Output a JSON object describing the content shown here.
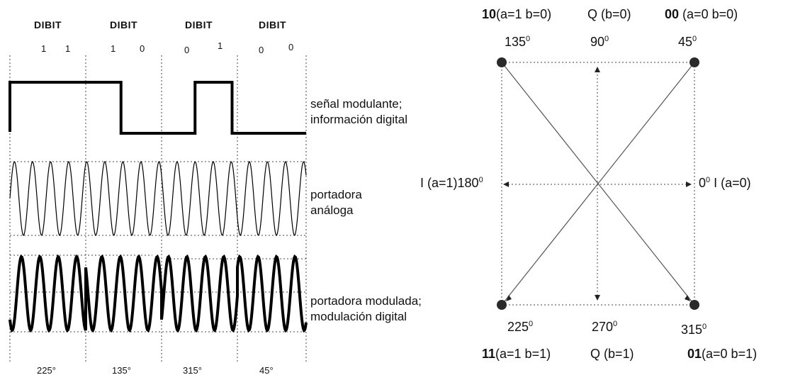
{
  "waveform": {
    "dibits": [
      {
        "title": "DIBIT",
        "bits": [
          "1",
          "1"
        ]
      },
      {
        "title": "DIBIT",
        "bits": [
          "1",
          "0"
        ]
      },
      {
        "title": "DIBIT",
        "bits": [
          "0",
          "1"
        ]
      },
      {
        "title": "DIBIT",
        "bits": [
          "0",
          "0"
        ]
      }
    ],
    "modulating_label": [
      "señal modulante;",
      "información digital"
    ],
    "carrier_label": [
      "portadora",
      "análoga"
    ],
    "modulated_label": [
      "portadora modulada;",
      "modulación digital"
    ],
    "phases": [
      "225°",
      "135°",
      "315°",
      "45°"
    ]
  },
  "constellation": {
    "top_left": {
      "code": "10",
      "desc": "(a=1 b=0)",
      "angle": "135",
      "deg": "0"
    },
    "top_mid": {
      "desc": "Q (b=0)",
      "angle": "90",
      "deg": "0"
    },
    "top_right": {
      "code": "00",
      "desc": "(a=0 b=0)",
      "angle": "45",
      "deg": "0"
    },
    "left_mid": {
      "desc": "I (a=1)",
      "angle": "180",
      "deg": "0"
    },
    "right_mid": {
      "angle": "0",
      "deg": "0",
      "desc": "I (a=0)"
    },
    "bottom_left": {
      "code": "11",
      "desc": "(a=1 b=1)",
      "angle": "225",
      "deg": "0"
    },
    "bottom_mid": {
      "desc": "Q (b=1)",
      "angle": "270",
      "deg": "0"
    },
    "bottom_right": {
      "code": "01",
      "desc": "(a=0 b=1)",
      "angle": "315",
      "deg": "0"
    }
  }
}
